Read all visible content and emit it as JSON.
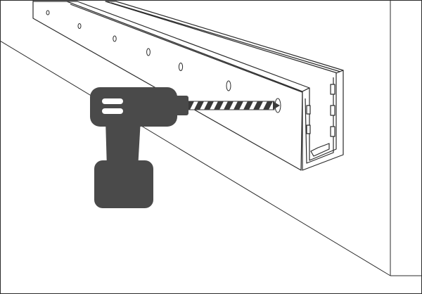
{
  "illustration": {
    "subject": "drilling-mounting-holes-in-glass-railing-base-channel",
    "colors": {
      "line": "#2b2b2b",
      "drill_body": "#4a4a4a",
      "drill_slot": "#ffffff",
      "bit": "#3a3a3a",
      "profile_fill": "#ffffff"
    },
    "parts": {
      "drill": "cordless-drill",
      "channel": "aluminium-u-channel-profile",
      "wall": "wall-surface",
      "floor": "floor-surface"
    },
    "holes_count": 7
  }
}
